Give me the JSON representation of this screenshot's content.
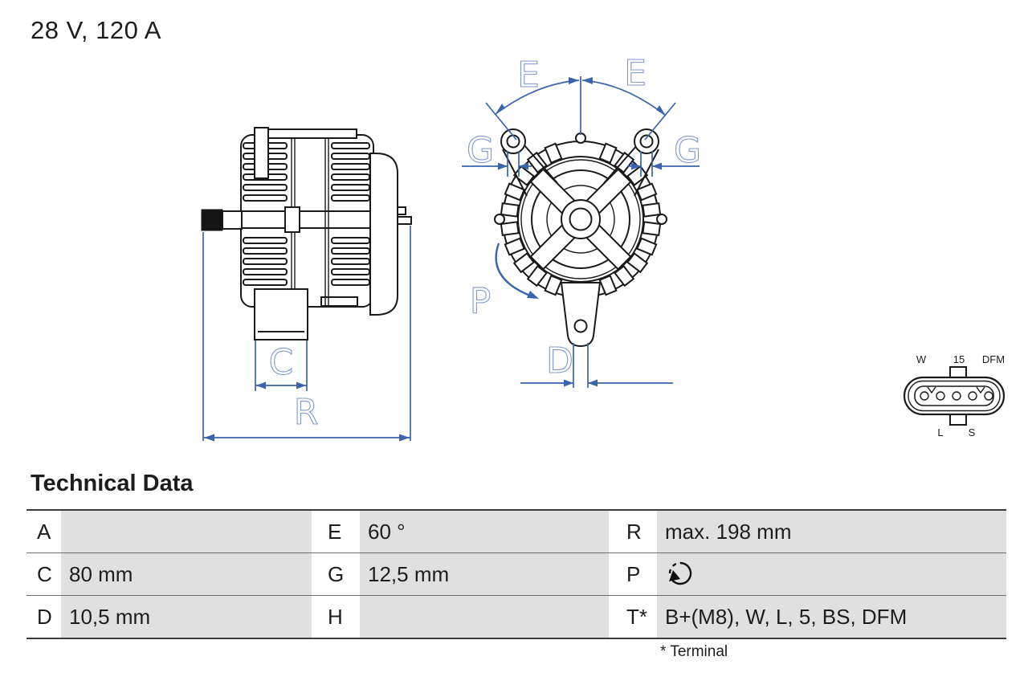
{
  "header": {
    "title": "28 V, 120 A"
  },
  "section": {
    "heading": "Technical Data",
    "footnote": "* Terminal"
  },
  "table": {
    "rows": [
      [
        {
          "label": "A",
          "value": ""
        },
        {
          "label": "E",
          "value": "60 °"
        },
        {
          "label": "R",
          "value": "max. 198 mm"
        }
      ],
      [
        {
          "label": "C",
          "value": "80 mm"
        },
        {
          "label": "G",
          "value": "12,5 mm"
        },
        {
          "label": "P",
          "value": ""
        }
      ],
      [
        {
          "label": "D",
          "value": "10,5 mm"
        },
        {
          "label": "H",
          "value": ""
        },
        {
          "label": "T*",
          "value": "B+(M8), W, L, 5, BS, DFM"
        }
      ]
    ],
    "rotation_icon": "rotation-direction-clockwise"
  },
  "dimensions": {
    "c": "C",
    "r": "R",
    "d": "D",
    "p": "P",
    "e_left": "E",
    "e_right": "E",
    "g_left": "G",
    "g_right": "G"
  },
  "connector": {
    "top": [
      "W",
      "15",
      "DFM"
    ],
    "bottom": [
      "L",
      "S"
    ]
  },
  "colors": {
    "dimension_blue": "#3a64ad",
    "dimension_letter_blue": "#7e99cf",
    "table_cell_gray": "#e0e0e0",
    "line_black": "#1a1a1a"
  }
}
